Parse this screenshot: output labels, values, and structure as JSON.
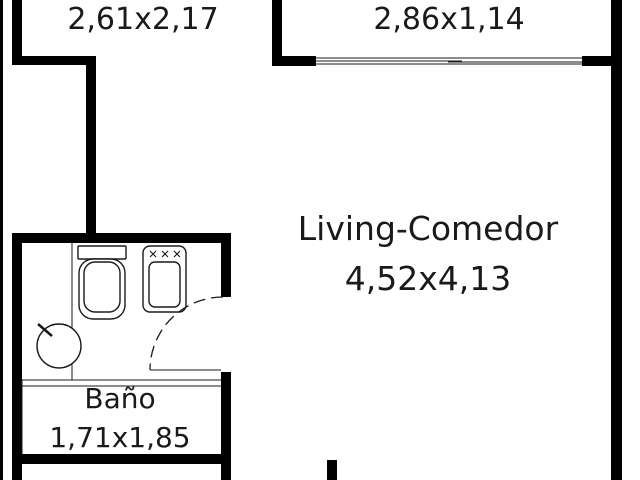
{
  "rooms": {
    "top_left": {
      "dims": "2,61x2,17"
    },
    "top_right": {
      "dims": "2,86x1,14"
    },
    "living": {
      "name": "Living-Comedor",
      "dims": "4,52x4,13"
    },
    "bath": {
      "name": "Baño",
      "dims": "1,71x1,85"
    }
  },
  "colors": {
    "wall": "#000000",
    "line": "#1a1a1a",
    "background": "#ffffff"
  }
}
